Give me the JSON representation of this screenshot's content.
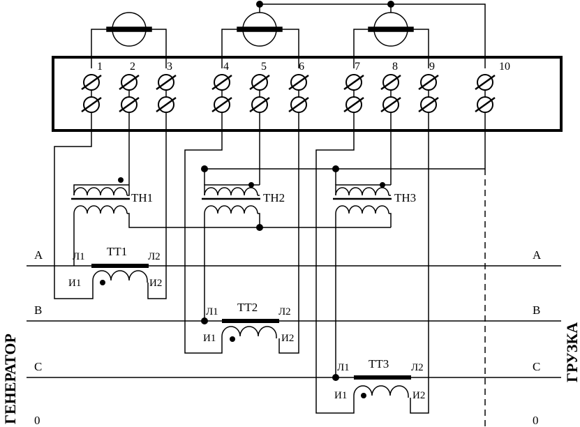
{
  "terminals": [
    "1",
    "2",
    "3",
    "4",
    "5",
    "6",
    "7",
    "8",
    "9",
    "10"
  ],
  "voltage_transformers": [
    "ТН1",
    "ТН2",
    "ТН3"
  ],
  "current_transformers": {
    "names": [
      "ТТ1",
      "ТТ2",
      "ТТ3"
    ],
    "l1": "Л1",
    "l2": "Л2",
    "i1": "И1",
    "i2": "И2"
  },
  "phases": {
    "left": [
      "A",
      "B",
      "C",
      "0"
    ],
    "right": [
      "A",
      "B",
      "C",
      "0"
    ]
  },
  "side_labels": {
    "left": "ГЕНЕРАТОР",
    "right": "ГРУЗКА"
  }
}
